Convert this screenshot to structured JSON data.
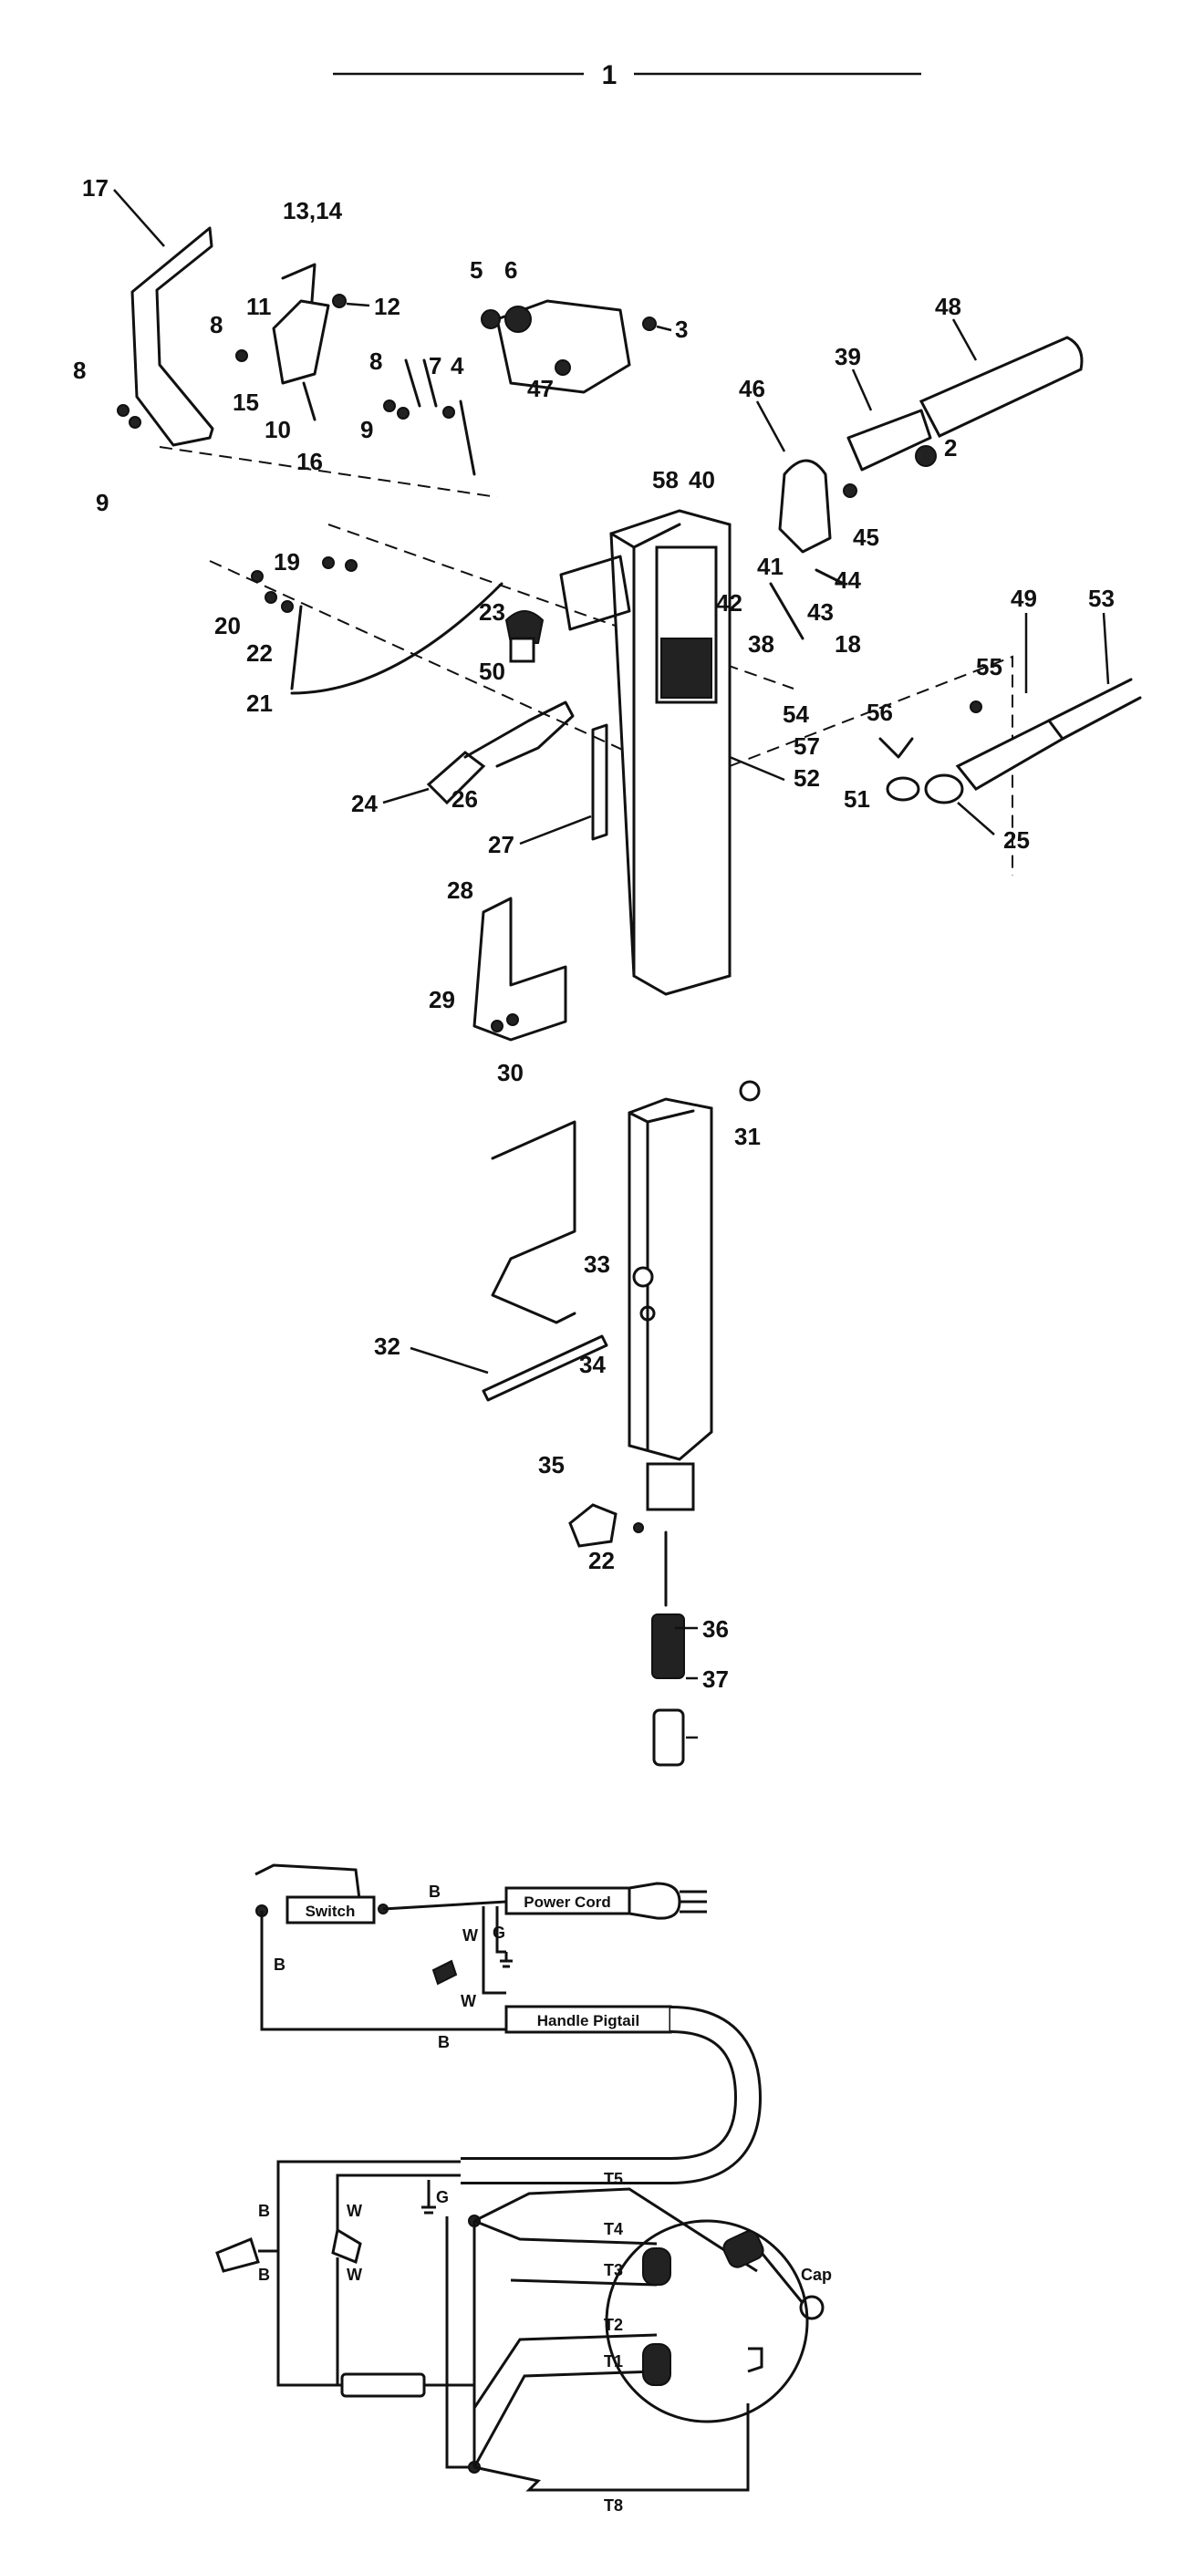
{
  "page_number": "1",
  "callouts": [
    "17",
    "13,14",
    "11",
    "12",
    "5",
    "6",
    "3",
    "48",
    "8",
    "15",
    "10",
    "16",
    "9",
    "8",
    "9",
    "8",
    "7",
    "4",
    "47",
    "39",
    "46",
    "2",
    "58",
    "40",
    "45",
    "41",
    "44",
    "42",
    "43",
    "38",
    "18",
    "19",
    "20",
    "22",
    "21",
    "23",
    "50",
    "49",
    "53",
    "55",
    "54",
    "56",
    "57",
    "52",
    "51",
    "25",
    "24",
    "26",
    "27",
    "28",
    "29",
    "30",
    "31",
    "33",
    "32",
    "34",
    "35",
    "22",
    "36",
    "37"
  ],
  "wiring": {
    "switch": "Switch",
    "power_cord": "Power Cord",
    "handle_pigtail": "Handle Pigtail",
    "capacitor": "Cap",
    "wire_codes": {
      "b_top": "B",
      "b_left": "B",
      "b_bottom": "B",
      "w_1": "W",
      "w_2": "W",
      "g_1": "G",
      "b_lower_1": "B",
      "b_lower_2": "B",
      "w_lower_1": "W",
      "w_lower_2": "W",
      "g_lower": "G"
    },
    "terminals": [
      "T5",
      "T4",
      "T3",
      "T2",
      "T1",
      "T8"
    ]
  }
}
